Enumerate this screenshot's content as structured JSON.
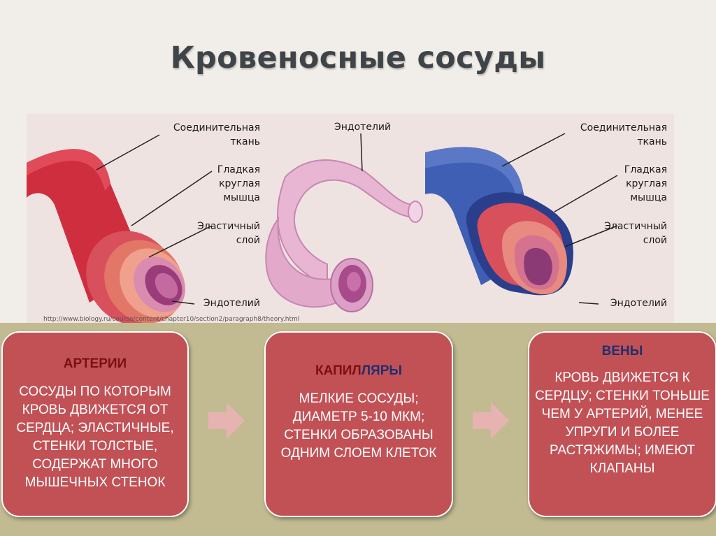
{
  "title": "Кровеносные сосуды",
  "labels": {
    "artery": {
      "connective": "Соединительная ткань",
      "smooth": "Гладкая круглая мышца",
      "elastic": "Эластичный слой",
      "endothelium": "Эндотелий"
    },
    "capillary": {
      "endothelium": "Эндотелий"
    },
    "vein": {
      "connective": "Соединительная ткань",
      "smooth": "Гладкая круглая мышца",
      "elastic": "Эластичный слой",
      "endothelium": "Эндотелий"
    }
  },
  "source_url": "http://www.biology.ru/course/content/chapter10/section2/paragraph8/theory.html",
  "cards": {
    "arteries": {
      "title": "АРТЕРИИ",
      "body": "СОСУДЫ ПО КОТОРЫМ КРОВЬ ДВИЖЕТСЯ ОТ СЕРДЦА; ЭЛАСТИЧНЫЕ, СТЕНКИ ТОЛСТЫЕ, СОДЕРЖАТ МНОГО МЫШЕЧНЫХ СТЕНОК",
      "title_color": "#7a0f14"
    },
    "capillaries": {
      "title_part1": "КАПИЛ",
      "title_part2": "ЛЯРЫ",
      "body": "МЕЛКИЕ СОСУДЫ; ДИАМЕТР 5-10 МКМ; СТЕНКИ ОБРАЗОВАНЫ ОДНИМ СЛОЕМ КЛЕТОК",
      "title_color_1": "#7a0f14",
      "title_color_2": "#1f2f6e"
    },
    "veins": {
      "title": "ВЕНЫ",
      "body": "КРОВЬ ДВИЖЕТСЯ К СЕРДЦУ; СТЕНКИ ТОНЬШЕ ЧЕМ У АРТЕРИЙ, МЕНЕЕ УПРУГИ И БОЛЕЕ РАСТЯЖИМЫ; ИМЕЮТ КЛАПАНЫ",
      "title_color": "#1f2f6e"
    }
  },
  "colors": {
    "background": "#f1ede8",
    "band": "#c2bb92",
    "card": "#c25156",
    "arrow": "#e7b3b1"
  }
}
